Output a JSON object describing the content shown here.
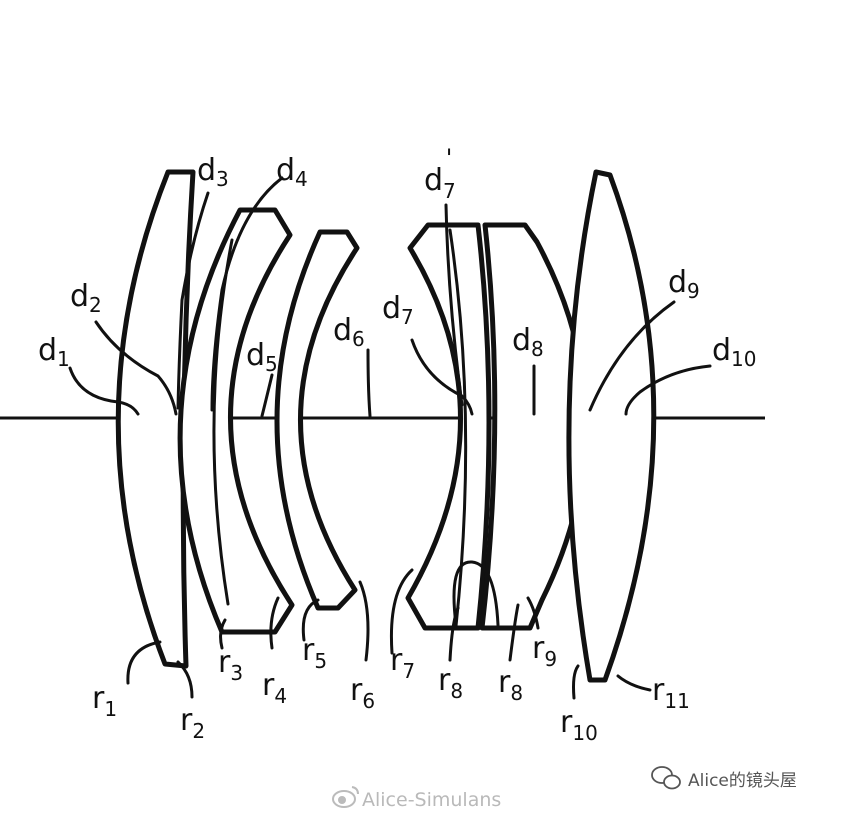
{
  "labels": {
    "d1": {
      "base": "d",
      "sub": "1"
    },
    "d2": {
      "base": "d",
      "sub": "2"
    },
    "d3": {
      "base": "d",
      "sub": "3"
    },
    "d4": {
      "base": "d",
      "sub": "4"
    },
    "d5": {
      "base": "d",
      "sub": "5"
    },
    "d6": {
      "base": "d",
      "sub": "6"
    },
    "d7": {
      "base": "d",
      "sub": "7"
    },
    "d7p": {
      "base": "d",
      "sub": "7",
      "sup": "'"
    },
    "d8": {
      "base": "d",
      "sub": "8"
    },
    "d9": {
      "base": "d",
      "sub": "9"
    },
    "d10": {
      "base": "d",
      "sub": "10"
    },
    "r1": {
      "base": "r",
      "sub": "1"
    },
    "r2": {
      "base": "r",
      "sub": "2"
    },
    "r3": {
      "base": "r",
      "sub": "3"
    },
    "r4": {
      "base": "r",
      "sub": "4"
    },
    "r5": {
      "base": "r",
      "sub": "5"
    },
    "r6": {
      "base": "r",
      "sub": "6"
    },
    "r7": {
      "base": "r",
      "sub": "7"
    },
    "r8": {
      "base": "r",
      "sub": "8"
    },
    "r8b": {
      "base": "r",
      "sub": "8"
    },
    "r9": {
      "base": "r",
      "sub": "9"
    },
    "r10": {
      "base": "r",
      "sub": "10"
    },
    "r11": {
      "base": "r",
      "sub": "11"
    }
  },
  "watermark": {
    "weibo": "Alice-Simulans",
    "wechat": "Alice的镜头屋"
  }
}
